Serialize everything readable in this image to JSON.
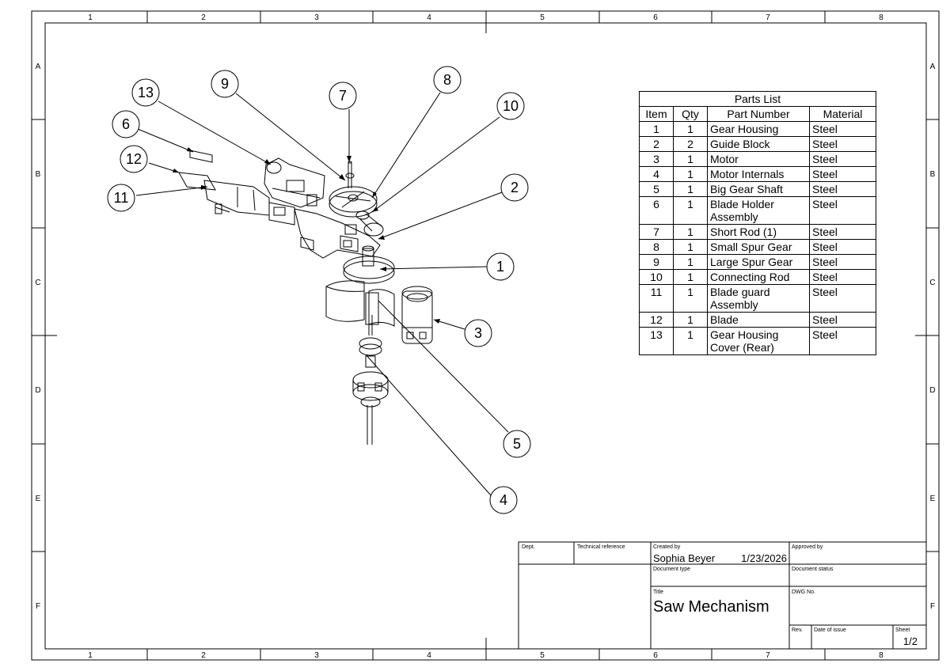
{
  "border": {
    "columns": [
      "1",
      "2",
      "3",
      "4",
      "5",
      "6",
      "7",
      "8"
    ],
    "rows": [
      "A",
      "B",
      "C",
      "D",
      "E",
      "F"
    ]
  },
  "parts_list": {
    "title": "Parts List",
    "headers": [
      "Item",
      "Qty",
      "Part Number",
      "Material"
    ],
    "rows": [
      {
        "item": "1",
        "qty": "1",
        "part": "Gear Housing",
        "part2": "",
        "material": "Steel"
      },
      {
        "item": "2",
        "qty": "2",
        "part": "Guide Block",
        "part2": "",
        "material": "Steel"
      },
      {
        "item": "3",
        "qty": "1",
        "part": "Motor",
        "part2": "",
        "material": "Steel"
      },
      {
        "item": "4",
        "qty": "1",
        "part": "Motor Internals",
        "part2": "",
        "material": "Steel"
      },
      {
        "item": "5",
        "qty": "1",
        "part": "Big Gear Shaft",
        "part2": "",
        "material": "Steel"
      },
      {
        "item": "6",
        "qty": "1",
        "part": "Blade Holder",
        "part2": "Assembly",
        "material": "Steel"
      },
      {
        "item": "7",
        "qty": "1",
        "part": "Short Rod (1)",
        "part2": "",
        "material": "Steel"
      },
      {
        "item": "8",
        "qty": "1",
        "part": "Small Spur Gear",
        "part2": "",
        "material": "Steel"
      },
      {
        "item": "9",
        "qty": "1",
        "part": "Large Spur Gear",
        "part2": "",
        "material": "Steel"
      },
      {
        "item": "10",
        "qty": "1",
        "part": "Connecting Rod",
        "part2": "",
        "material": "Steel"
      },
      {
        "item": "11",
        "qty": "1",
        "part": "Blade guard",
        "part2": "Assembly",
        "material": "Steel"
      },
      {
        "item": "12",
        "qty": "1",
        "part": "Blade",
        "part2": "",
        "material": "Steel"
      },
      {
        "item": "13",
        "qty": "1",
        "part": "Gear Housing",
        "part2": "Cover (Rear)",
        "material": "Steel"
      }
    ]
  },
  "balloons": [
    "1",
    "2",
    "3",
    "4",
    "5",
    "6",
    "7",
    "8",
    "9",
    "10",
    "11",
    "12",
    "13"
  ],
  "title_block": {
    "dept_label": "Dept.",
    "tech_ref_label": "Technical reference",
    "created_by_label": "Created by",
    "created_by": "Sophia Beyer",
    "created_date": "1/23/2026",
    "approved_by_label": "Approved by",
    "doc_type_label": "Document type",
    "doc_status_label": "Document status",
    "title_label": "Title",
    "title": "Saw Mechanism",
    "dwg_no_label": "DWG No.",
    "rev_label": "Rev.",
    "date_issue_label": "Date of issue",
    "sheet_label": "Sheet",
    "sheet": "1/2"
  }
}
